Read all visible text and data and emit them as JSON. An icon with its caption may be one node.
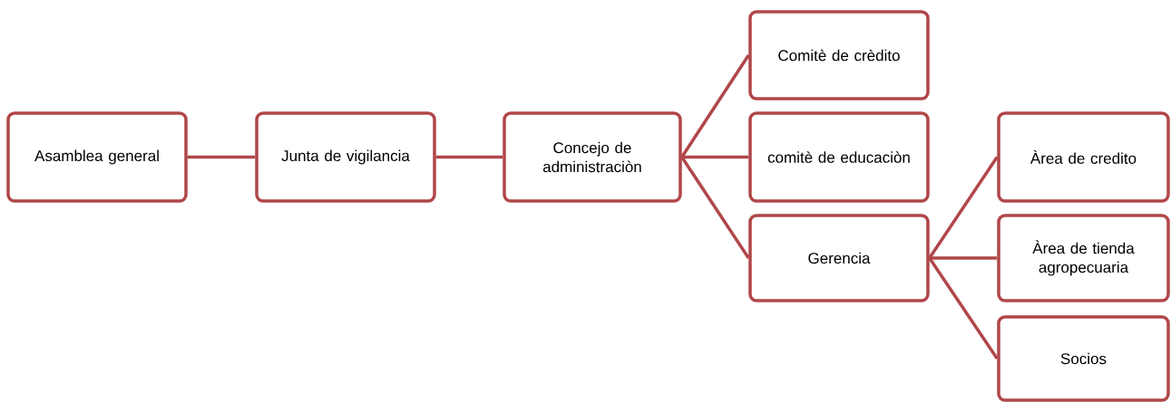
{
  "diagram": {
    "nodes": [
      {
        "text": [
          "Asamblea general"
        ]
      },
      {
        "text": [
          "Junta de vigilancia"
        ]
      },
      {
        "text": [
          "Concejo de administraciòn"
        ]
      },
      {
        "text": [
          "Comitè de crèdito"
        ]
      },
      {
        "text": [
          "comitè de educaciòn"
        ]
      },
      {
        "text": [
          "Gerencia"
        ]
      },
      {
        "text": [
          "Àrea de credito"
        ]
      },
      {
        "text": [
          "Àrea de tienda agropecuaria"
        ]
      },
      {
        "text": [
          "Socios"
        ]
      }
    ],
    "edges": [
      {
        "from": 0,
        "to": 1,
        "arrow": "none"
      },
      {
        "from": 1,
        "to": 2,
        "arrow": "none"
      },
      {
        "from": 2,
        "to": 3,
        "arrow": "none"
      },
      {
        "from": 2,
        "to": 4,
        "arrow": "none"
      },
      {
        "from": 2,
        "to": 5,
        "arrow": "none"
      },
      {
        "from": 5,
        "to": 6,
        "arrow": "none"
      },
      {
        "from": 5,
        "to": 7,
        "arrow": "none"
      },
      {
        "from": 5,
        "to": 8,
        "arrow": "none"
      }
    ]
  }
}
